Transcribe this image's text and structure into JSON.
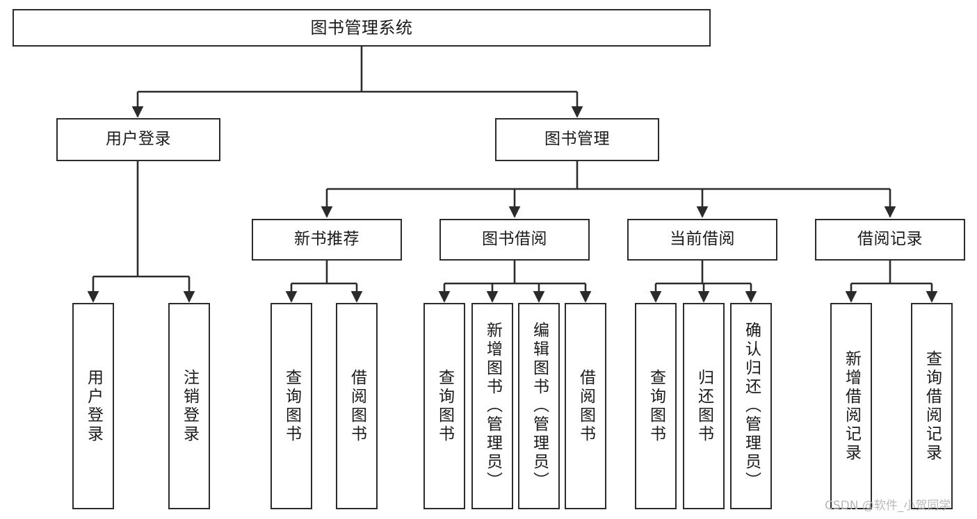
{
  "diagram": {
    "title": "图书管理系统",
    "type": "tree-hierarchy",
    "root": {
      "id": "root",
      "label": "图书管理系统"
    },
    "level2": [
      {
        "id": "user-login",
        "label": "用户登录"
      },
      {
        "id": "book-manage",
        "label": "图书管理"
      }
    ],
    "level3": [
      {
        "id": "new-book-rec",
        "label": "新书推荐",
        "parent": "book-manage"
      },
      {
        "id": "book-borrow",
        "label": "图书借阅",
        "parent": "book-manage"
      },
      {
        "id": "current-borrow",
        "label": "当前借阅",
        "parent": "book-manage"
      },
      {
        "id": "borrow-record",
        "label": "借阅记录",
        "parent": "book-manage"
      }
    ],
    "leaves": [
      {
        "id": "leaf-user-login",
        "label": "用户登录",
        "parent": "user-login"
      },
      {
        "id": "leaf-logout",
        "label": "注销登录",
        "parent": "user-login"
      },
      {
        "id": "leaf-query-book-1",
        "label": "查询图书",
        "parent": "new-book-rec"
      },
      {
        "id": "leaf-borrow-book-1",
        "label": "借阅图书",
        "parent": "new-book-rec"
      },
      {
        "id": "leaf-query-book-2",
        "label": "查询图书",
        "parent": "book-borrow"
      },
      {
        "id": "leaf-add-book",
        "label": "新增图书（管理员）",
        "parent": "book-borrow"
      },
      {
        "id": "leaf-edit-book",
        "label": "编辑图书（管理员）",
        "parent": "book-borrow"
      },
      {
        "id": "leaf-borrow-book-2",
        "label": "借阅图书",
        "parent": "book-borrow"
      },
      {
        "id": "leaf-query-book-3",
        "label": "查询图书",
        "parent": "current-borrow"
      },
      {
        "id": "leaf-return-book",
        "label": "归还图书",
        "parent": "current-borrow"
      },
      {
        "id": "leaf-confirm-return",
        "label": "确认归还（管理员）",
        "parent": "current-borrow"
      },
      {
        "id": "leaf-add-record",
        "label": "新增借阅记录",
        "parent": "borrow-record"
      },
      {
        "id": "leaf-query-record",
        "label": "查询借阅记录",
        "parent": "borrow-record"
      }
    ],
    "colors": {
      "stroke": "#2b2b2b",
      "fill": "#ffffff",
      "text": "#1a1a1a",
      "watermark": "#b9b9b9"
    }
  },
  "watermark": {
    "text": "CSDN @软件_小贺同学"
  }
}
